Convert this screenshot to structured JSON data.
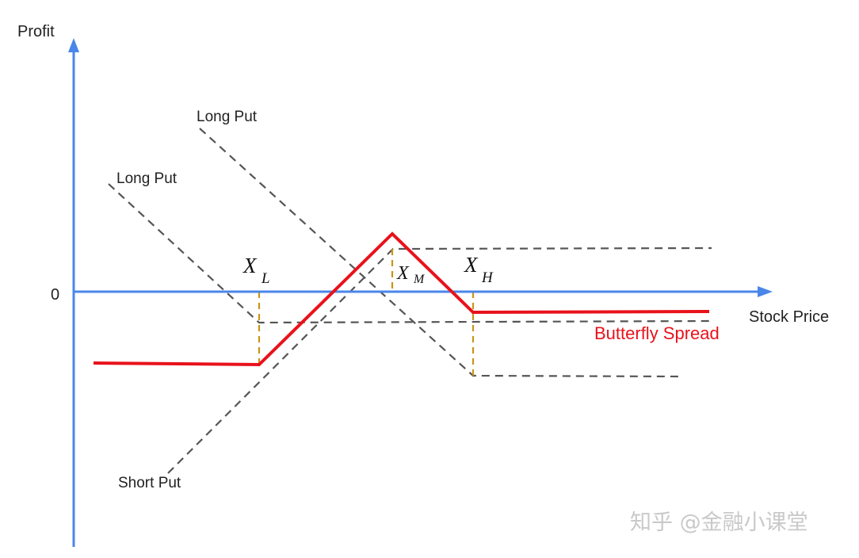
{
  "axes": {
    "y_label": "Profit",
    "x_label": "Stock Price",
    "zero_label": "0",
    "color": "#4a86e8"
  },
  "strikes": {
    "low": {
      "main": "X",
      "sub": "L"
    },
    "mid": {
      "main": "X",
      "sub": "M"
    },
    "high": {
      "main": "X",
      "sub": "H"
    },
    "guide_color": "#c8951a"
  },
  "legs": {
    "long_put_high": "Long Put",
    "long_put_low": "Long Put",
    "short_put": "Short Put",
    "color": "#555555"
  },
  "payoff": {
    "label": "Butterfly Spread",
    "color": "#e8121b"
  },
  "watermark": "知乎 @金融小课堂"
}
